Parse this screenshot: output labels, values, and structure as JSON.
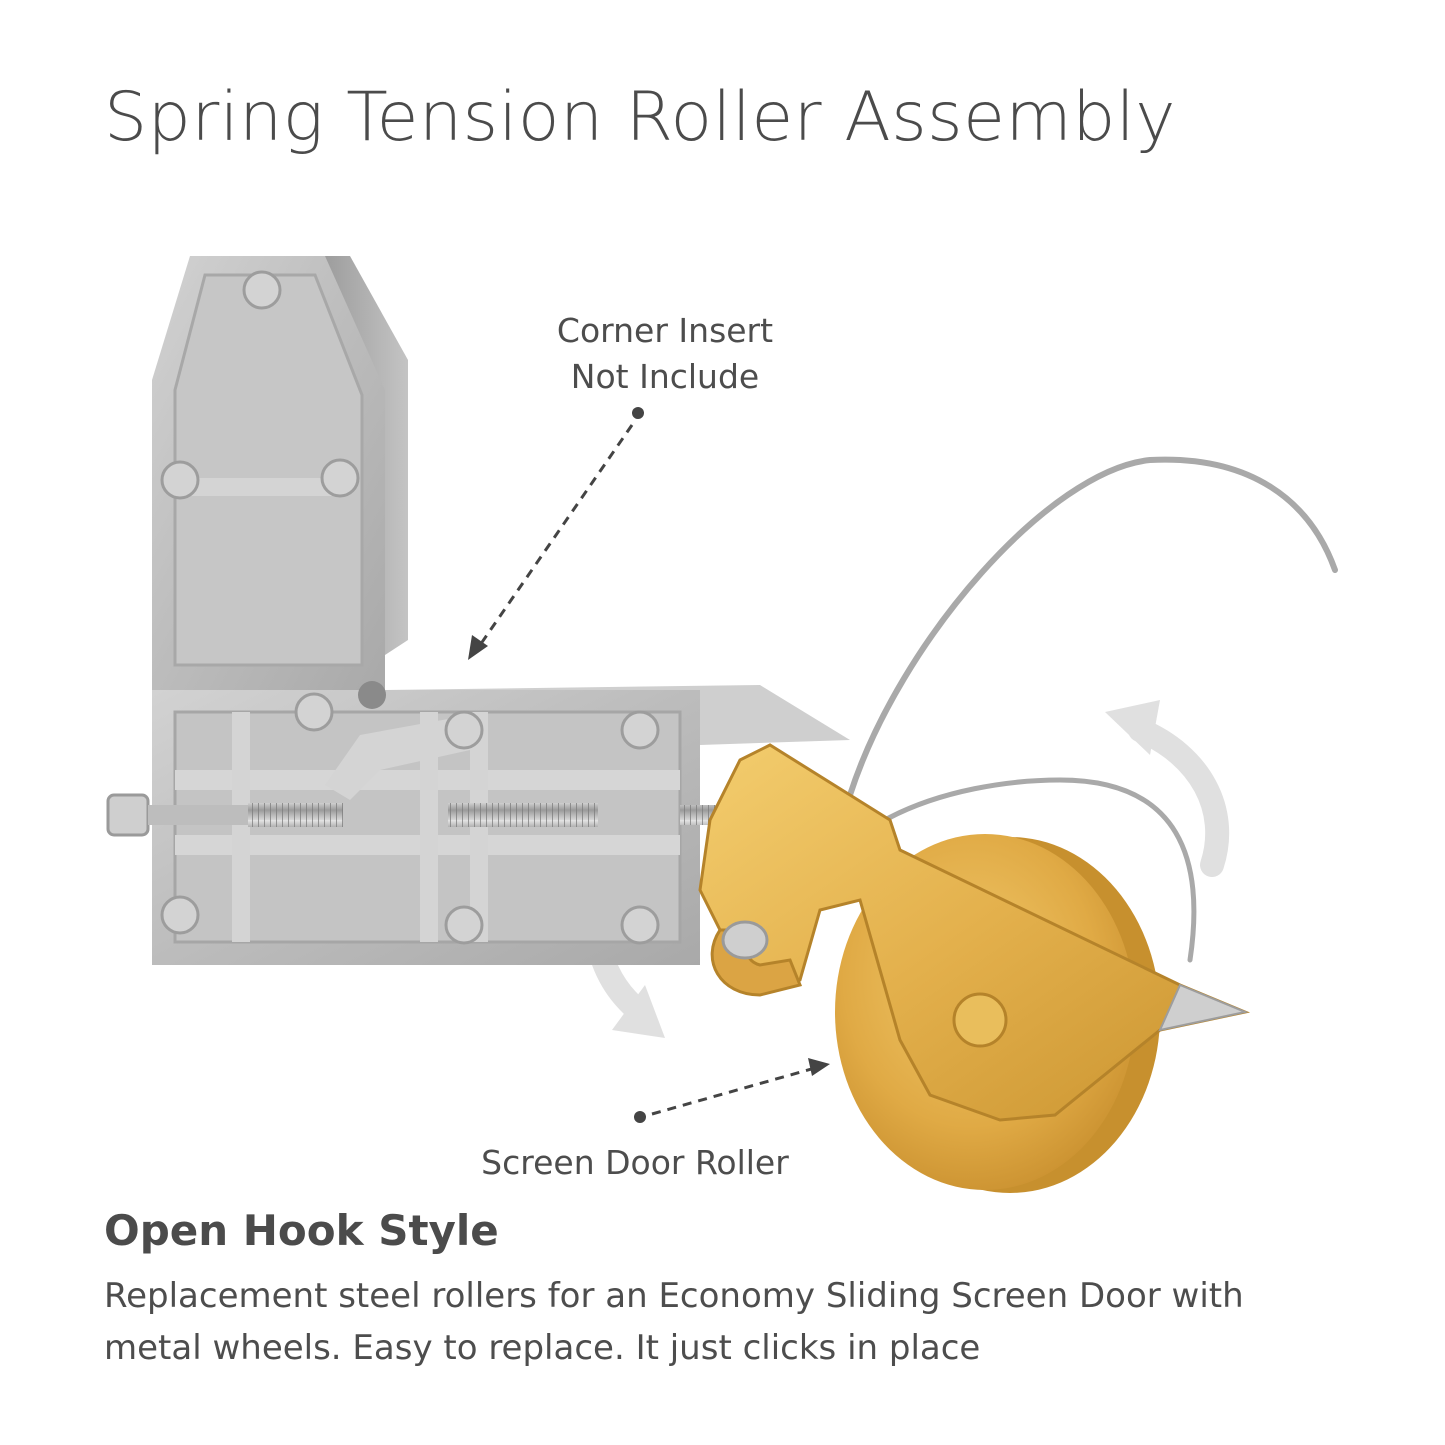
{
  "header": {
    "title": "Spring Tension Roller Assembly"
  },
  "callouts": {
    "corner_insert": {
      "line1": "Corner Insert",
      "line2": "Not Include"
    },
    "screen_door_roller": "Screen Door Roller"
  },
  "footer": {
    "subtitle": "Open Hook Style",
    "description": "Replacement steel rollers for an Economy Sliding Screen Door with metal wheels. Easy to replace. It just clicks in place"
  },
  "colors": {
    "metal_gray": "#b9b9b9",
    "brass": "#d9a13a",
    "arrow_gray": "#dcdcdc",
    "text": "#4b4b4b"
  },
  "icons": [
    "rotate-arrow-icon",
    "rotate-arrow-icon"
  ]
}
